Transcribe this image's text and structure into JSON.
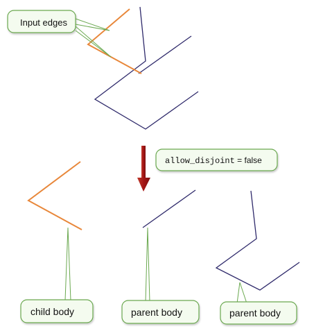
{
  "callouts": {
    "input_edges": "Input edges",
    "option_name": "allow_disjoint",
    "option_value": " = false",
    "child_body": "child body",
    "parent_body_middle": "parent body",
    "parent_body_right": "parent body"
  },
  "colors": {
    "parent_edge": "#2f2a6b",
    "child_edge": "#e8873a",
    "callout_border": "#6aa84f",
    "callout_fill": "#f4fbef",
    "leader_line": "#6aa84f",
    "arrow": "#a31515",
    "text": "#111111"
  }
}
